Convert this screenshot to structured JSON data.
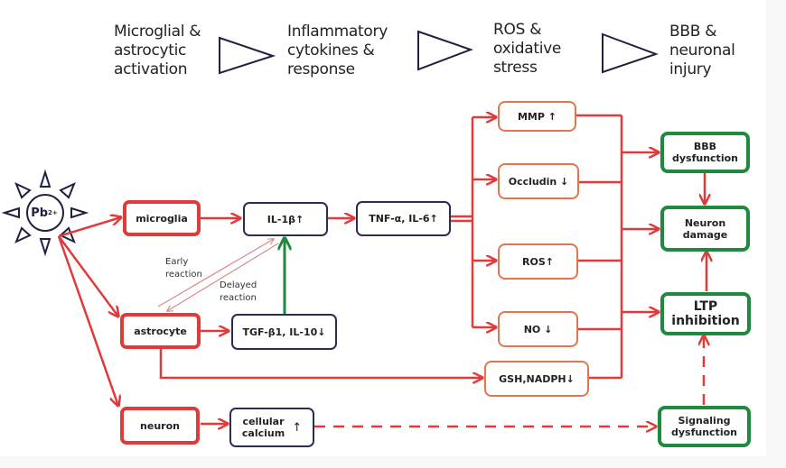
{
  "stages": [
    {
      "lines": [
        "Microglial &",
        "astrocytic",
        "activation"
      ]
    },
    {
      "lines": [
        "Inflammatory",
        "cytokines &",
        "response"
      ]
    },
    {
      "lines": [
        "ROS &",
        "oxidative",
        "stress"
      ]
    },
    {
      "lines": [
        "BBB &",
        "neuronal",
        "injury"
      ]
    }
  ],
  "source": {
    "label": "Pb",
    "charge": "2+"
  },
  "nodes": {
    "microglia": {
      "label": "microglia"
    },
    "astrocyte": {
      "label": "astrocyte"
    },
    "neuron": {
      "label": "neuron"
    },
    "il1b": {
      "label": "IL-1β↑"
    },
    "tnf": {
      "label": "TNF-α, IL-6↑"
    },
    "tgf": {
      "label": "TGF-β1, IL-10↓"
    },
    "calcium": {
      "lines": [
        "cellular",
        "calcium"
      ],
      "arrow": "↑"
    },
    "mmp": {
      "label": "MMP ↑"
    },
    "occludin": {
      "label": "Occludin ↓"
    },
    "ros": {
      "label": "ROS↑"
    },
    "no": {
      "label": "NO ↓"
    },
    "gsh": {
      "label": "GSH,NADPH↓"
    },
    "bbb": {
      "lines": [
        "BBB",
        "dysfunction"
      ]
    },
    "neuron_damage": {
      "lines": [
        "Neuron",
        "damage"
      ]
    },
    "ltp": {
      "lines": [
        "LTP",
        "inhibition"
      ]
    },
    "signaling": {
      "lines": [
        "Signaling",
        "dysfunction"
      ]
    }
  },
  "edge_labels": {
    "early": [
      "Early",
      "reaction"
    ],
    "delayed": [
      "Delayed",
      "reaction"
    ]
  },
  "colors": {
    "red": "#e03a3a",
    "navy": "#2a2f4f",
    "orange": "#e0774f",
    "green": "#1f8a3e",
    "dark_green_arrow": "#1f8a3e"
  }
}
